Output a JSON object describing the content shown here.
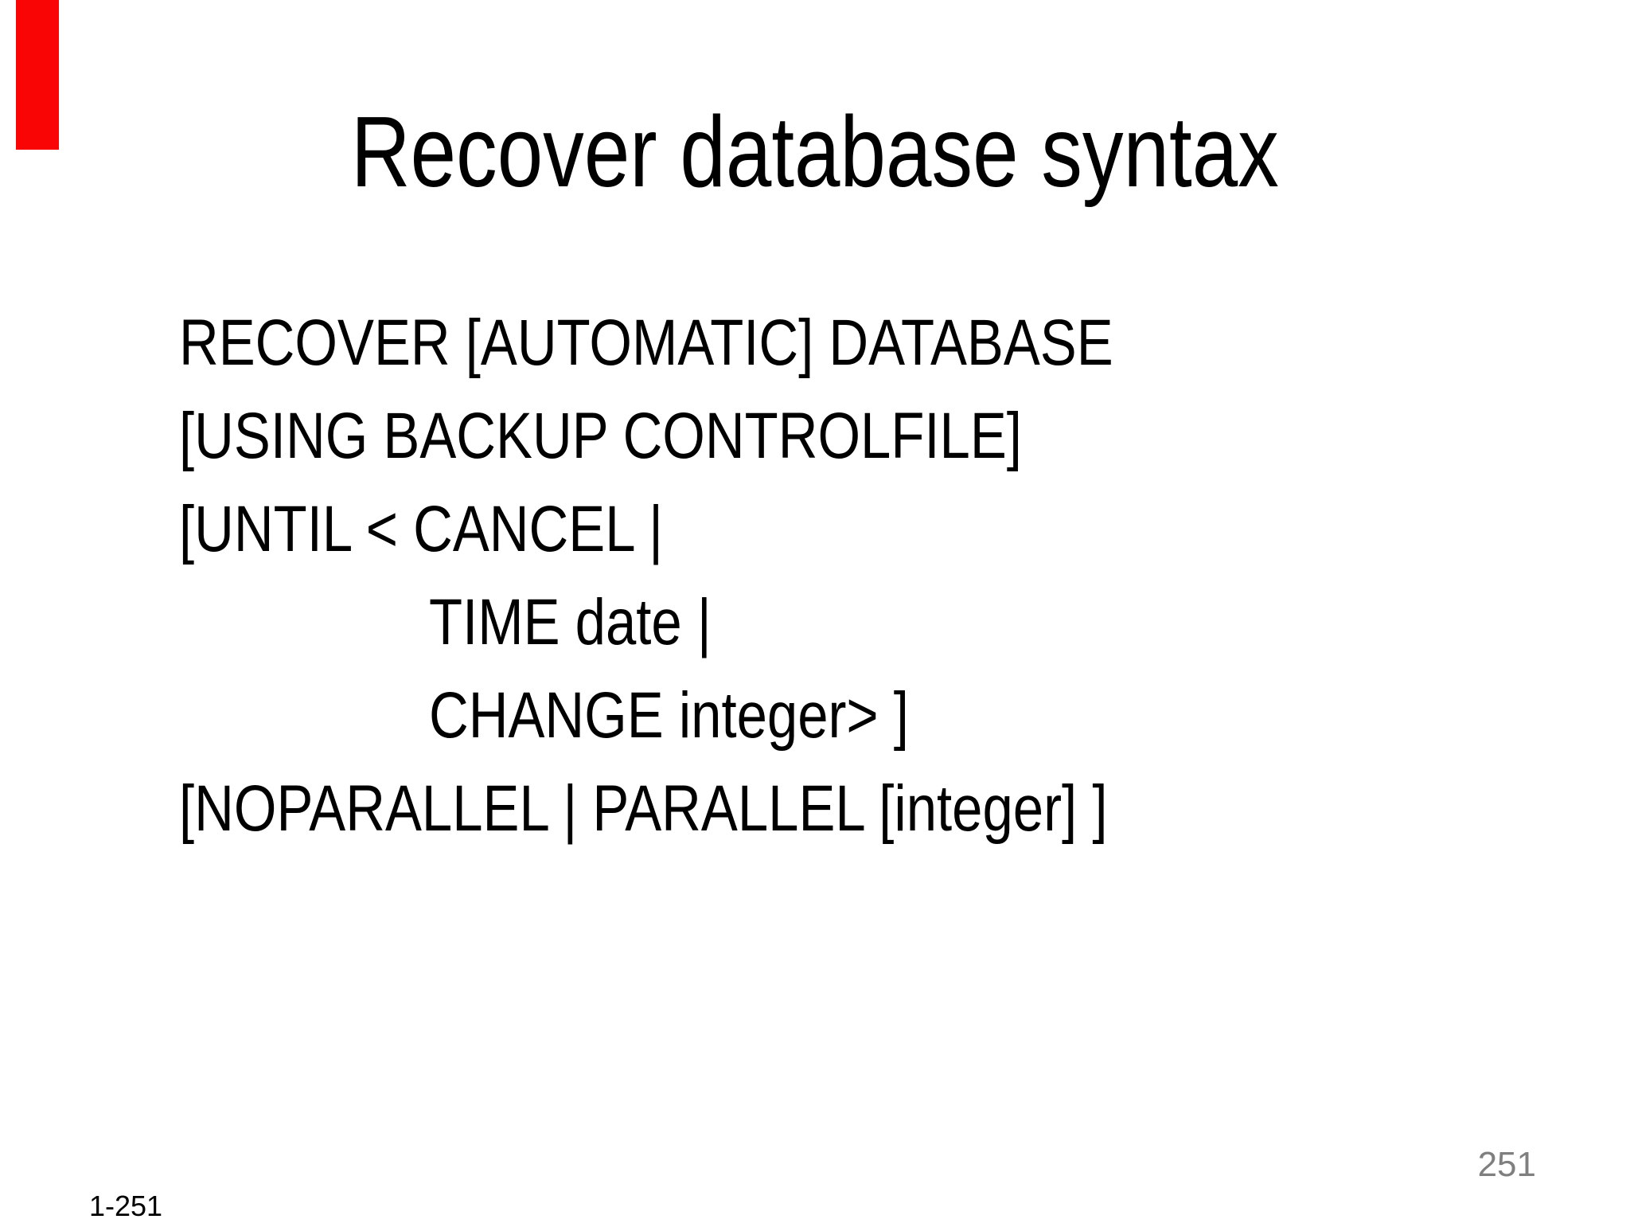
{
  "slide": {
    "title": "Recover database syntax",
    "code_lines": [
      {
        "text": "RECOVER [AUTOMATIC] DATABASE",
        "indent": false
      },
      {
        "text": "[USING BACKUP CONTROLFILE]",
        "indent": false
      },
      {
        "text": "[UNTIL < CANCEL |",
        "indent": false
      },
      {
        "text": "TIME date |",
        "indent": true
      },
      {
        "text": "CHANGE integer> ]",
        "indent": true
      },
      {
        "text": "[NOPARALLEL | PARALLEL [integer] ]",
        "indent": false
      }
    ],
    "page_number": "251",
    "footer_page_label": "1-251",
    "colors": {
      "accent_bar": "#fa0505",
      "page_number": "#7f7f7f",
      "text": "#000000",
      "background": "#ffffff"
    }
  }
}
